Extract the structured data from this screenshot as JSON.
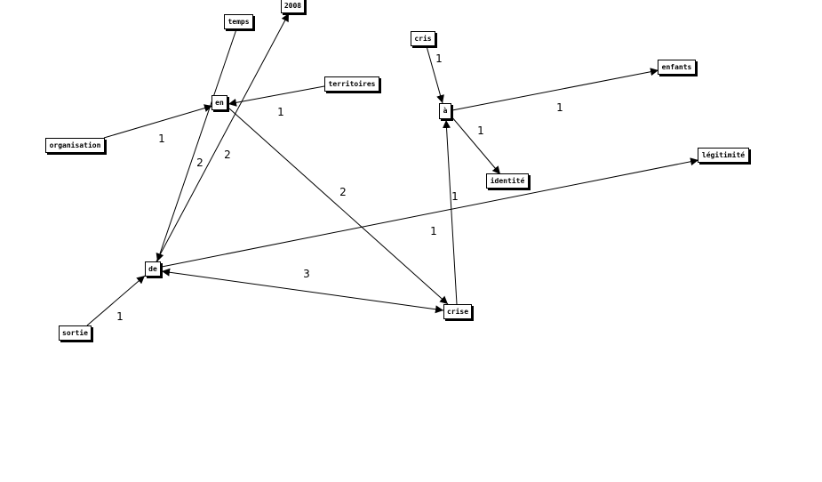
{
  "nodes": {
    "n2008": "2008",
    "temps": "temps",
    "cris": "cris",
    "enfants": "enfants",
    "territoires": "territoires",
    "en": "en",
    "a": "à",
    "organisation": "organisation",
    "legitimite": "légitimité",
    "identite": "identité",
    "de": "de",
    "crise": "crise",
    "sortie": "sortie"
  },
  "edges": [
    {
      "from": "temps",
      "to": "de",
      "weight": "2",
      "arrow": "end"
    },
    {
      "from": "de",
      "to": "n2008",
      "weight": "2",
      "arrow": "end"
    },
    {
      "from": "territoires",
      "to": "en",
      "weight": "1",
      "arrow": "end"
    },
    {
      "from": "organisation",
      "to": "en",
      "weight": "1",
      "arrow": "end"
    },
    {
      "from": "en",
      "to": "crise",
      "weight": "2",
      "arrow": "end"
    },
    {
      "from": "de",
      "to": "legitimite",
      "weight": "1",
      "arrow": "end"
    },
    {
      "from": "de",
      "to": "crise",
      "weight": "3",
      "arrow": "both"
    },
    {
      "from": "sortie",
      "to": "de",
      "weight": "1",
      "arrow": "end"
    },
    {
      "from": "cris",
      "to": "a",
      "weight": "1",
      "arrow": "end"
    },
    {
      "from": "a",
      "to": "enfants",
      "weight": "1",
      "arrow": "end"
    },
    {
      "from": "a",
      "to": "identite",
      "weight": "1",
      "arrow": "end"
    },
    {
      "from": "crise",
      "to": "a",
      "weight": "1",
      "arrow": "end"
    }
  ]
}
